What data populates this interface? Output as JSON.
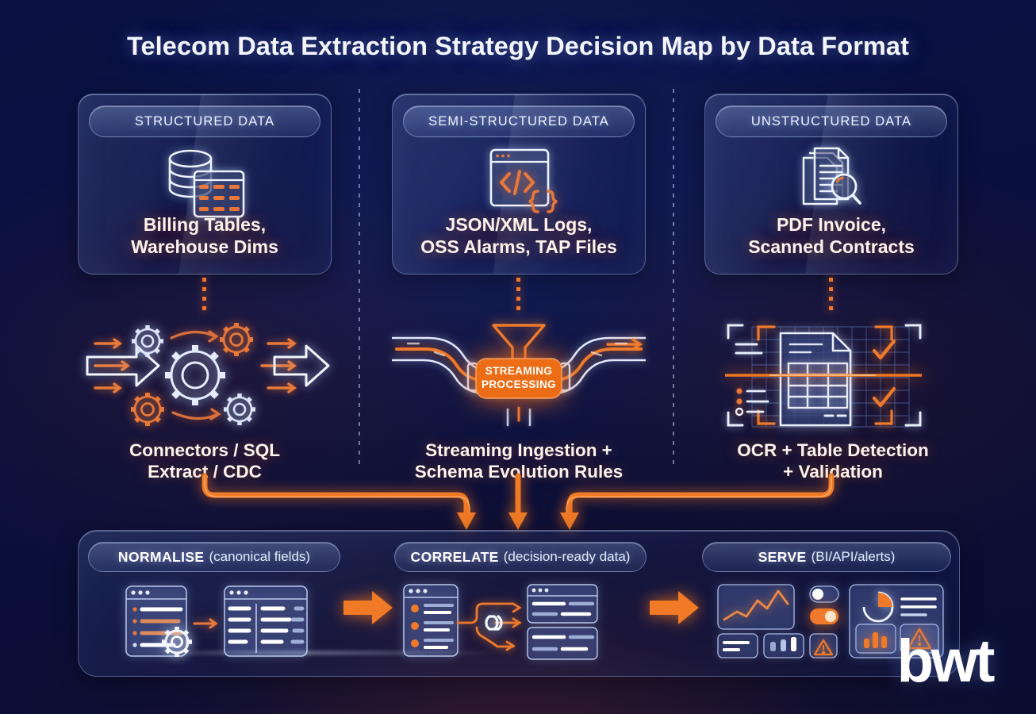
{
  "title": "Telecom Data Extraction Strategy Decision Map by Data Format",
  "watermark": "bwt",
  "colors": {
    "background_navy": "#0a1040",
    "accent_orange": "#f0711a",
    "text_light": "#f4f6ff",
    "panel_border": "#afc3f5"
  },
  "sources": [
    {
      "header": "STRUCTURED DATA",
      "label": "Billing Tables,\nWarehouse Dims",
      "label_line1": "Billing Tables,",
      "label_line2": "Warehouse Dims",
      "icon": "database-table-icon"
    },
    {
      "header": "SEMI-STRUCTURED DATA",
      "label": "JSON/XML Logs,\nOSS Alarms, TAP Files",
      "label_line1": "JSON/XML Logs,",
      "label_line2": "OSS Alarms, TAP Files",
      "icon": "code-window-icon"
    },
    {
      "header": "UNSTRUCTURED DATA",
      "label": "PDF Invoice,\nScanned Contracts",
      "label_line1": "PDF Invoice,",
      "label_line2": "Scanned Contracts",
      "icon": "documents-magnifier-icon"
    }
  ],
  "strategies": [
    {
      "label_line1": "Connectors / SQL",
      "label_line2": "Extract / CDC",
      "icon": "gears-arrows-icon"
    },
    {
      "label_line1": "Streaming Ingestion +",
      "label_line2": "Schema Evolution Rules",
      "icon": "streaming-pipeline-icon",
      "badge_line1": "STREAMING",
      "badge_line2": "PROCESSING"
    },
    {
      "label_line1": "OCR + Table Detection",
      "label_line2": "+ Validation",
      "icon": "document-scan-icon"
    }
  ],
  "pipeline": [
    {
      "keyword": "NORMALISE",
      "subtitle": "(canonical fields)",
      "icon": "normalise-windows-gear-icon"
    },
    {
      "keyword": "CORRELATE",
      "subtitle": "(decision-ready data)",
      "icon": "correlate-link-icon"
    },
    {
      "keyword": "SERVE",
      "subtitle": "(BI/API/alerts)",
      "icon": "serve-dashboard-icon"
    }
  ]
}
